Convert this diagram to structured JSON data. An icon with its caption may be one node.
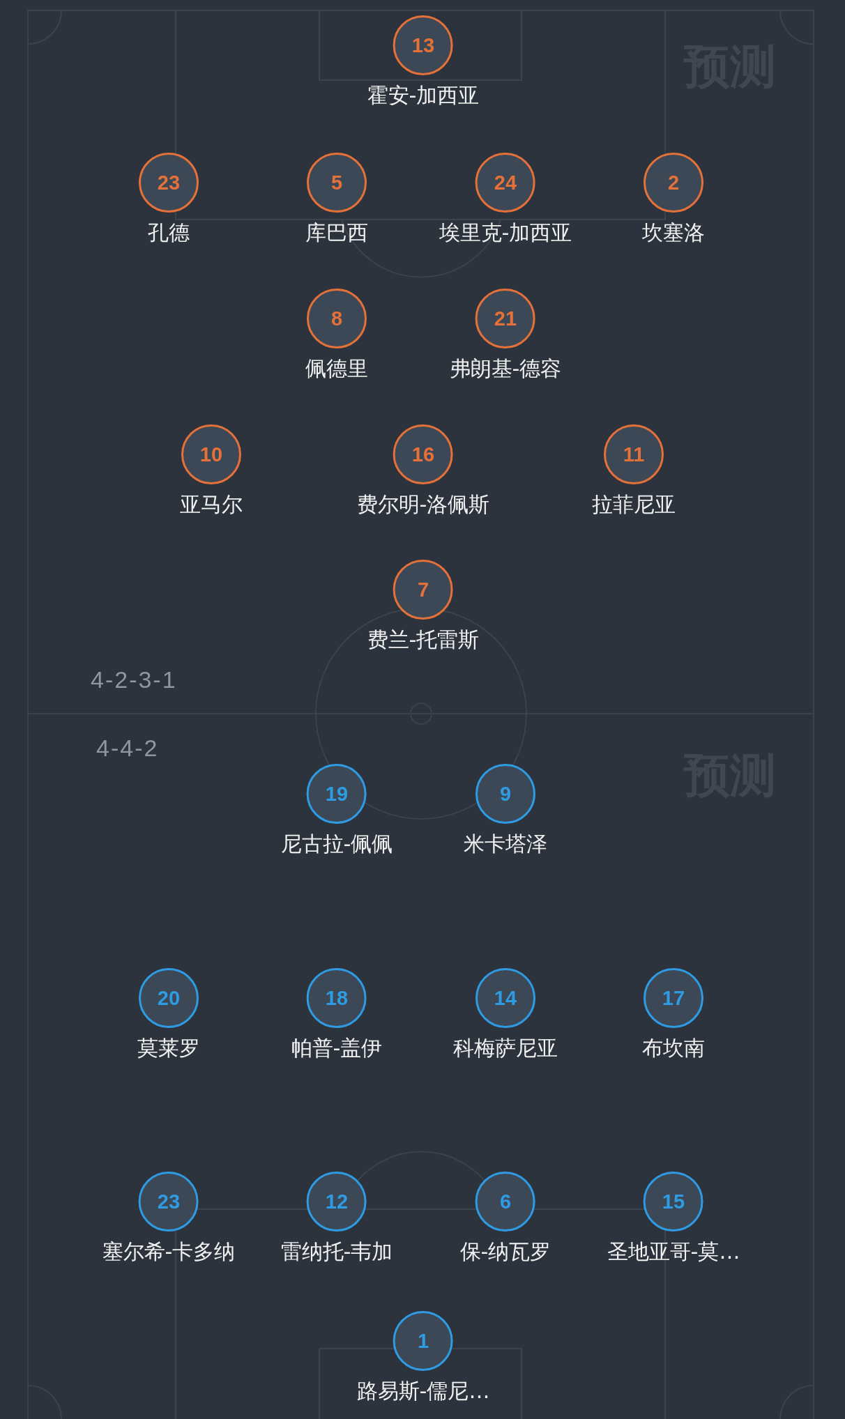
{
  "diagram": {
    "nodes": [
      {
        "text": [
          "13"
        ],
        "beside": [
          "霍安-加西亚"
        ]
      },
      {
        "text": [
          "23"
        ],
        "beside": [
          "孔德"
        ]
      },
      {
        "text": [
          "5"
        ],
        "beside": [
          "库巴西"
        ]
      },
      {
        "text": [
          "24"
        ],
        "beside": [
          "埃里克-加西亚"
        ]
      },
      {
        "text": [
          "2"
        ],
        "beside": [
          "坎塞洛"
        ]
      },
      {
        "text": [
          "8"
        ],
        "beside": [
          "佩德里"
        ]
      },
      {
        "text": [
          "21"
        ],
        "beside": [
          "弗朗基-德容"
        ]
      },
      {
        "text": [
          "10"
        ],
        "beside": [
          "亚马尔"
        ]
      },
      {
        "text": [
          "16"
        ],
        "beside": [
          "费尔明-洛佩斯"
        ]
      },
      {
        "text": [
          "11"
        ],
        "beside": [
          "拉菲尼亚"
        ]
      },
      {
        "text": [
          "7"
        ],
        "beside": [
          "费兰-托雷斯"
        ]
      },
      {
        "text": [
          "19"
        ],
        "beside": [
          "尼古拉-佩佩"
        ]
      },
      {
        "text": [
          "9"
        ],
        "beside": [
          "米卡塔泽"
        ]
      },
      {
        "text": [
          "20"
        ],
        "beside": [
          "莫莱罗"
        ]
      },
      {
        "text": [
          "18"
        ],
        "beside": [
          "帕普-盖伊"
        ]
      },
      {
        "text": [
          "14"
        ],
        "beside": [
          "科梅萨尼亚"
        ]
      },
      {
        "text": [
          "17"
        ],
        "beside": [
          "布坎南"
        ]
      },
      {
        "text": [
          "23"
        ],
        "beside": [
          "塞尔希-卡多纳"
        ]
      },
      {
        "text": [
          "12"
        ],
        "beside": [
          "雷纳托-韦加"
        ]
      },
      {
        "text": [
          "6"
        ],
        "beside": [
          "保-纳瓦罗"
        ]
      },
      {
        "text": [
          "15"
        ],
        "beside": [
          "圣地亚哥-莫…"
        ]
      },
      {
        "text": [
          "1"
        ],
        "beside": [
          "路易斯-儒尼…"
        ]
      }
    ],
    "labels": [
      "预测",
      "4-2-3-1",
      "4-4-2",
      "预测"
    ]
  }
}
